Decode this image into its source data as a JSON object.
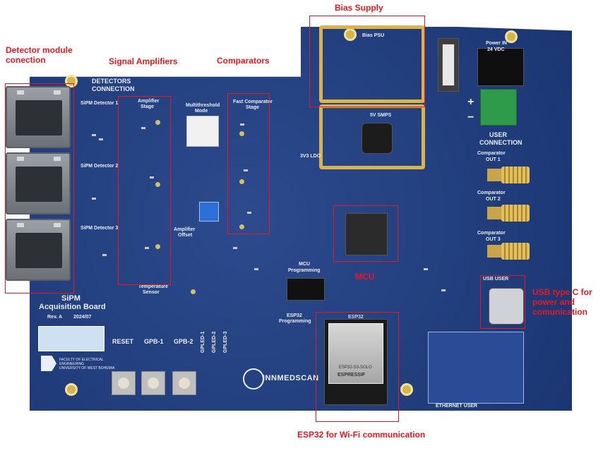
{
  "annotations": {
    "bias_supply": "Bias Supply",
    "detector_connection": "Detector module conection",
    "signal_amplifiers": "Signal Amplifiers",
    "comparators": "Comparators",
    "mcu": "MCU",
    "usb": "USB type C for power and comunication",
    "esp32": "ESP32 for Wi-Fi communication"
  },
  "silkscreen": {
    "detectors_connection_1": "DETECTORS",
    "detectors_connection_2": "CONNECTION",
    "sipm_detector_1": "SiPM Detector 1",
    "sipm_detector_2": "SiPM Detector 2",
    "sipm_detector_3": "SiPM Detector 3",
    "amplifier_stage_1": "Amplifier",
    "amplifier_stage_2": "Stage",
    "multithreshold_1": "Multithreshold",
    "multithreshold_2": "Mode",
    "fast_comp_1": "Fast Comparator",
    "fast_comp_2": "Stage",
    "bias_psu": "Bias PSU",
    "smps": "5V SMPS",
    "ldo": "3V3 LDO",
    "power_in": "Power IN",
    "power_voltage": "24 VDC",
    "plus": "+",
    "minus": "−",
    "user_connection_1": "USER",
    "user_connection_2": "CONNECTION",
    "comp_out_1a": "Comparator",
    "comp_out_1b": "OUT 1",
    "comp_out_2a": "Comparator",
    "comp_out_2b": "OUT 2",
    "comp_out_3a": "Comparator",
    "comp_out_3b": "OUT 3",
    "amp_offset_1": "Amplifier",
    "amp_offset_2": "Offset",
    "temp_sensor_1": "Temperature",
    "temp_sensor_2": "Sensor",
    "mcu_prog_1": "MCU",
    "mcu_prog_2": "Programming",
    "esp32_prog_1": "ESP32",
    "esp32_prog_2": "Programming",
    "board_title_1": "SiPM",
    "board_title_2": "Acquisition Board",
    "rev": "Rev. A",
    "date": "2024/07",
    "reset": "RESET",
    "gpb1": "GPB-1",
    "gpb2": "GPB-2",
    "gpled1": "GPLED-1",
    "gpled2": "GPLED-2",
    "gpled3": "GPLED-3",
    "logo_line1": "FACULTY OF ELECTRICAL",
    "logo_line2": "ENGINEERING",
    "logo_line3": "UNIVERSITY OF WEST BOHEMIA",
    "innmedscan": "INNMEDSCAN",
    "ethernet_user": "ETHERNET USER",
    "usb_user": "USB USER",
    "esp32_module": "ESP32",
    "esp32_brand": "ESPRESSIF",
    "esp32_model": "ESP32-S3-SOLO"
  },
  "colors": {
    "board": "#1f3f86",
    "annotation": "#e8181f",
    "silkscreen": "#e9eef8",
    "gold": "#d8b44a",
    "terminal": "#2e9b4a"
  }
}
